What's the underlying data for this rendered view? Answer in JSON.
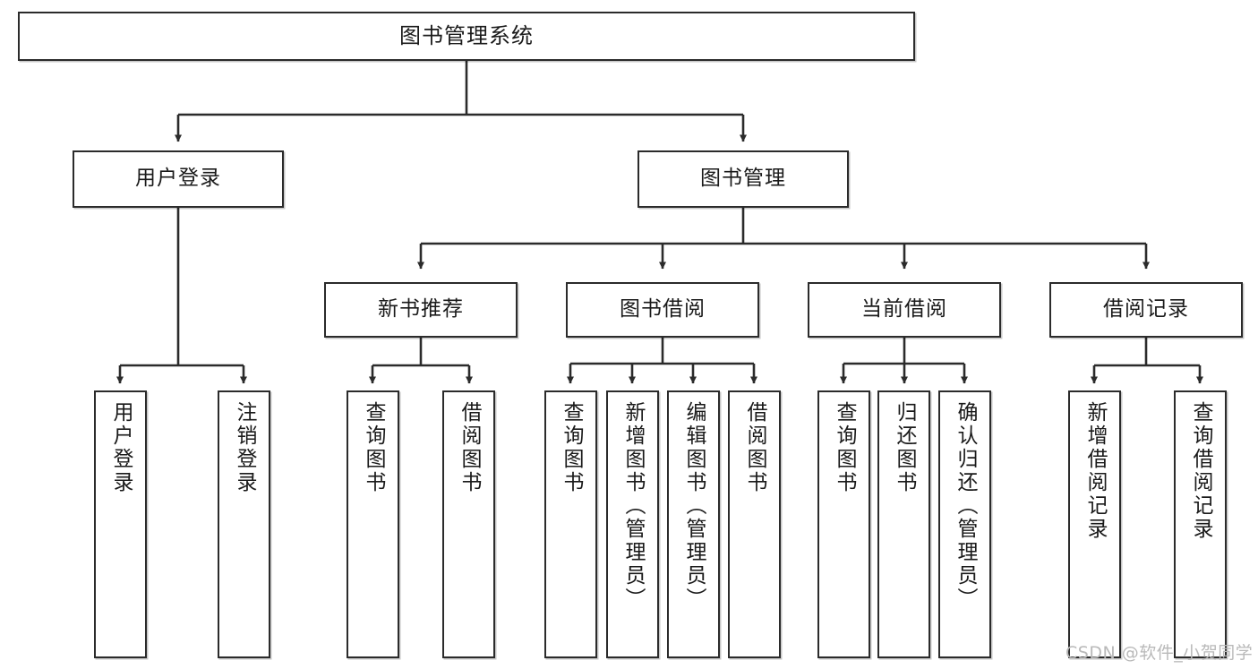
{
  "diagram": {
    "title": "图书管理系统",
    "type": "hierarchy-tree",
    "watermark": "CSDN @软件_小贺同学",
    "colors": {
      "box_border": "#2b2b2b",
      "box_fill": "#ffffff",
      "edge": "#2b2b2b",
      "text": "#1a1a1a",
      "watermark": "#b9b9b9"
    },
    "root": {
      "label": "图书管理系统"
    },
    "level1": [
      {
        "label": "用户登录"
      },
      {
        "label": "图书管理"
      }
    ],
    "level2": [
      {
        "label": "新书推荐"
      },
      {
        "label": "图书借阅"
      },
      {
        "label": "当前借阅"
      },
      {
        "label": "借阅记录"
      }
    ],
    "leaves": {
      "user_login": [
        {
          "label": "用户登录"
        },
        {
          "label": "注销登录"
        }
      ],
      "new_book_recommend": [
        {
          "label": "查询图书"
        },
        {
          "label": "借阅图书"
        }
      ],
      "book_borrow": [
        {
          "label": "查询图书"
        },
        {
          "label": "新增图书（管理员）"
        },
        {
          "label": "编辑图书（管理员）"
        },
        {
          "label": "借阅图书"
        }
      ],
      "current_borrow": [
        {
          "label": "查询图书"
        },
        {
          "label": "归还图书"
        },
        {
          "label": "确认归还（管理员）"
        }
      ],
      "borrow_record": [
        {
          "label": "新增借阅记录"
        },
        {
          "label": "查询借阅记录"
        }
      ]
    }
  }
}
